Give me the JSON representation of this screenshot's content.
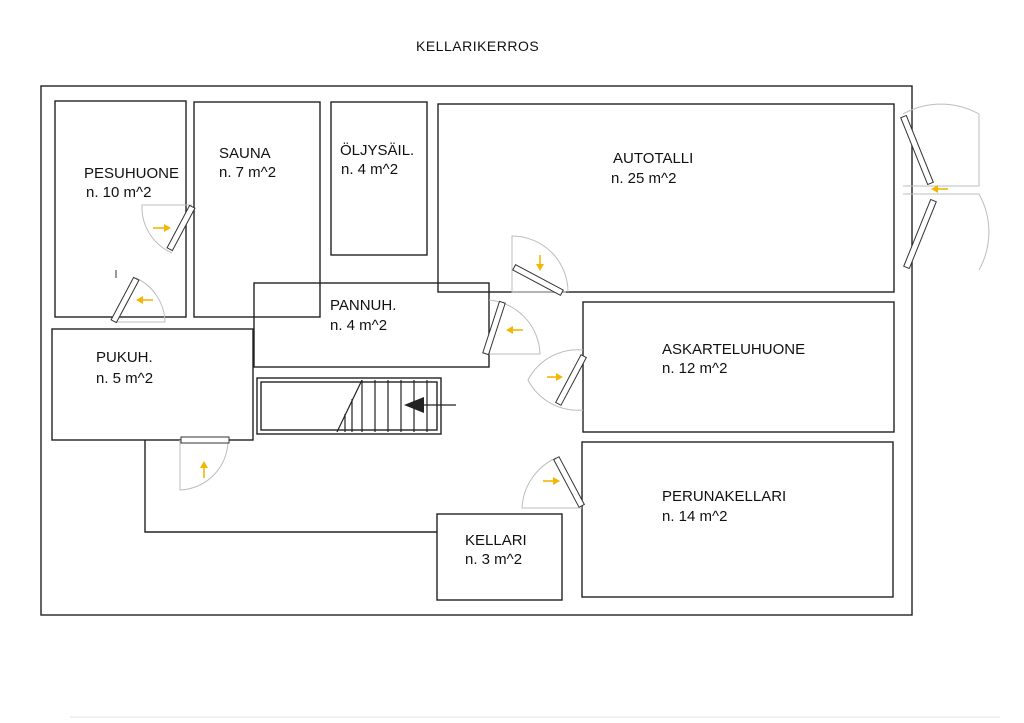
{
  "plan": {
    "title": "KELLARIKERROS",
    "rooms": [
      {
        "id": "pesuhuone",
        "name": "PESUHUONE",
        "area": "n. 10 m^2"
      },
      {
        "id": "sauna",
        "name": "SAUNA",
        "area": "n. 7 m^2"
      },
      {
        "id": "oljysailio",
        "name": "ÖLJYSÄIL.",
        "area": "n. 4 m^2"
      },
      {
        "id": "autotalli",
        "name": "AUTOTALLI",
        "area": "n. 25 m^2"
      },
      {
        "id": "pannuhuone",
        "name": "PANNUH.",
        "area": "n. 4 m^2"
      },
      {
        "id": "pukuhuone",
        "name": "PUKUH.",
        "area": "n. 5 m^2"
      },
      {
        "id": "askarteluhuone",
        "name": "ASKARTELUHUONE",
        "area": "n. 12 m^2"
      },
      {
        "id": "perunakellari",
        "name": "PERUNAKELLARI",
        "area": "n. 14 m^2"
      },
      {
        "id": "kellari",
        "name": "KELLARI",
        "area": "n. 3 m^2"
      }
    ],
    "colors": {
      "wall": "#222222",
      "door_arrow": "#f2b705",
      "door_swing": "#bdbdbd"
    }
  }
}
